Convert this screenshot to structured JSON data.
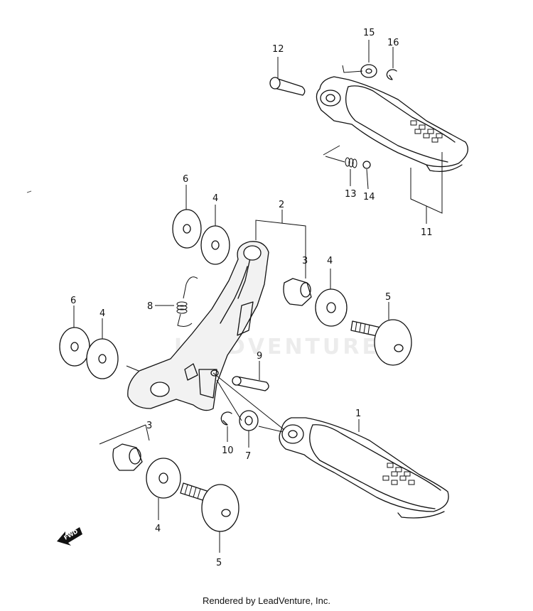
{
  "diagram": {
    "watermark": "LEADVENTURE",
    "fwd_label": "FWD",
    "callouts": [
      "1",
      "2",
      "3",
      "3",
      "4",
      "4",
      "4",
      "4",
      "5",
      "5",
      "6",
      "6",
      "7",
      "8",
      "9",
      "10",
      "11",
      "12",
      "13",
      "14",
      "15",
      "16"
    ]
  },
  "footer": {
    "text": "Rendered by LeadVenture, Inc."
  }
}
